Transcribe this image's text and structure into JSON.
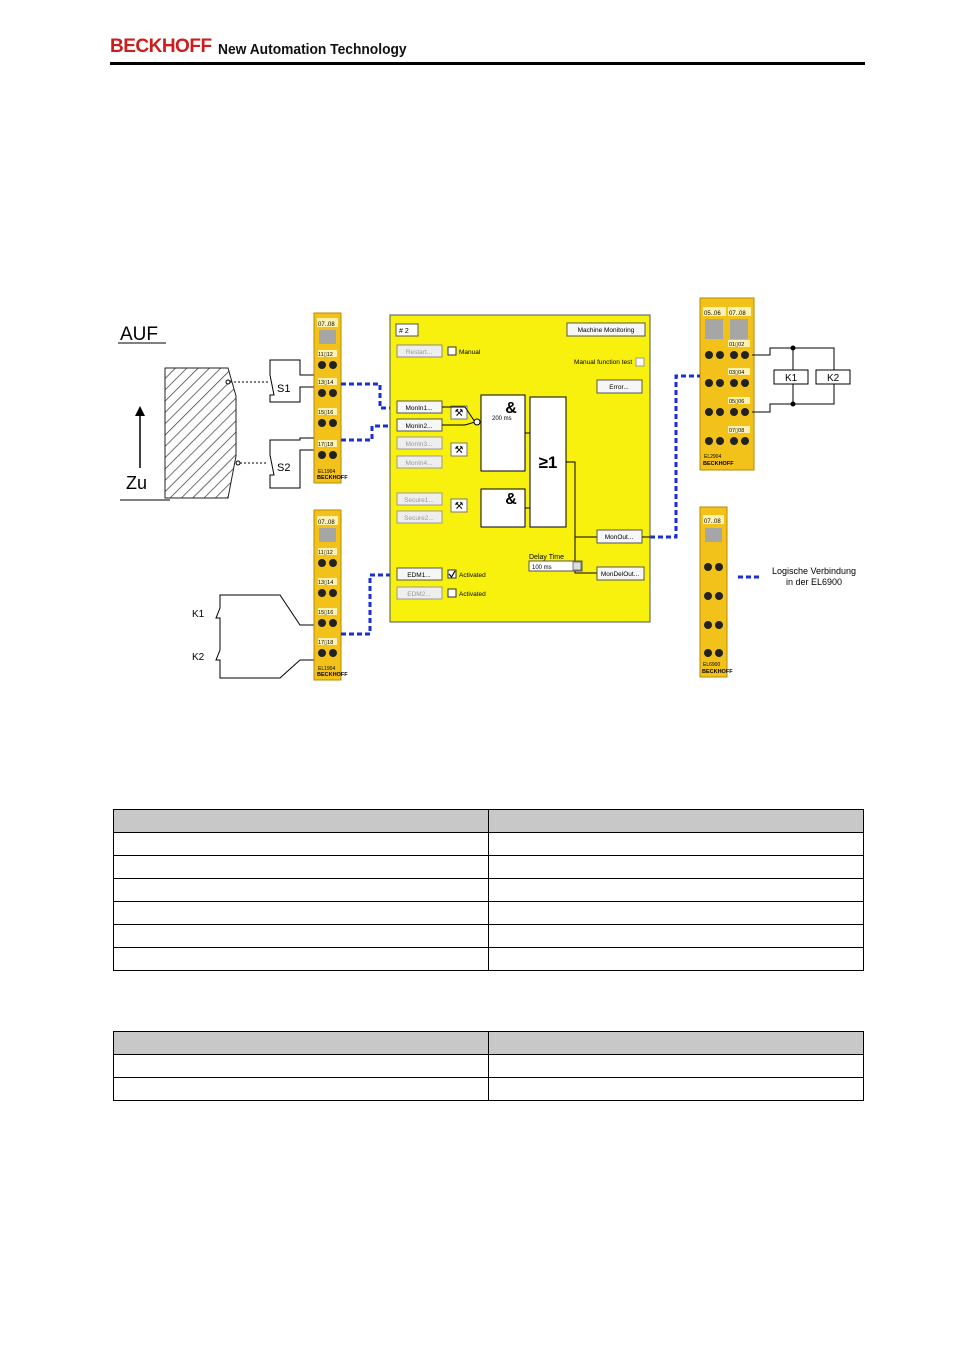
{
  "header": {
    "brand": "BECKHOFF",
    "tagline": "New Automation Technology"
  },
  "diagram": {
    "door_open_label": "AUF",
    "door_close_label": "Zu",
    "switch_1": "S1",
    "switch_2": "S2",
    "contact_1": "K1",
    "contact_2": "K2",
    "relay_1": "K1",
    "relay_2": "K2",
    "legend_line_1": "Logische Verbindung",
    "legend_line_2": "in der EL6900",
    "terminals": {
      "left_top": {
        "header": "07..08",
        "rows": [
          "11▯12",
          "13▯14",
          "15▯16",
          "17▯18"
        ],
        "model": "EL1904",
        "brand": "BECKHOFF"
      },
      "left_bottom": {
        "header": "07..08",
        "rows": [
          "11▯12",
          "13▯14",
          "15▯16",
          "17▯18"
        ],
        "model": "EL1904",
        "brand": "BECKHOFF"
      },
      "right_top": {
        "header_1": "05..06",
        "header_2": "07..08",
        "rows": [
          "01▯02",
          "03▯04",
          "05▯06",
          "07▯08"
        ],
        "model": "EL2904",
        "brand": "BECKHOFF"
      },
      "right_bottom": {
        "header": "07..08",
        "model": "EL6900",
        "brand": "BECKHOFF"
      }
    },
    "panel": {
      "number": "# 2",
      "function": "Machine Monitoring",
      "restart": "Restart...",
      "manual": "Manual",
      "manual_function_test": "Manual function test",
      "error": "Error...",
      "monin1": "MonIn1...",
      "monin2": "MonIn2...",
      "monin3": "MonIn3...",
      "monin4": "MonIn4...",
      "secure1": "Secure1...",
      "secure2": "Secure2...",
      "and_symbol": "&",
      "or_symbol": "≥1",
      "time_label": "200 ms",
      "delay_label": "Delay Time",
      "delay_value": "100 ms",
      "monout": "MonOut...",
      "mondelout": "MonDelOut...",
      "edm1": "EDM1...",
      "edm2": "EDM2...",
      "activated_1": "Activated",
      "activated_2": "Activated"
    }
  }
}
